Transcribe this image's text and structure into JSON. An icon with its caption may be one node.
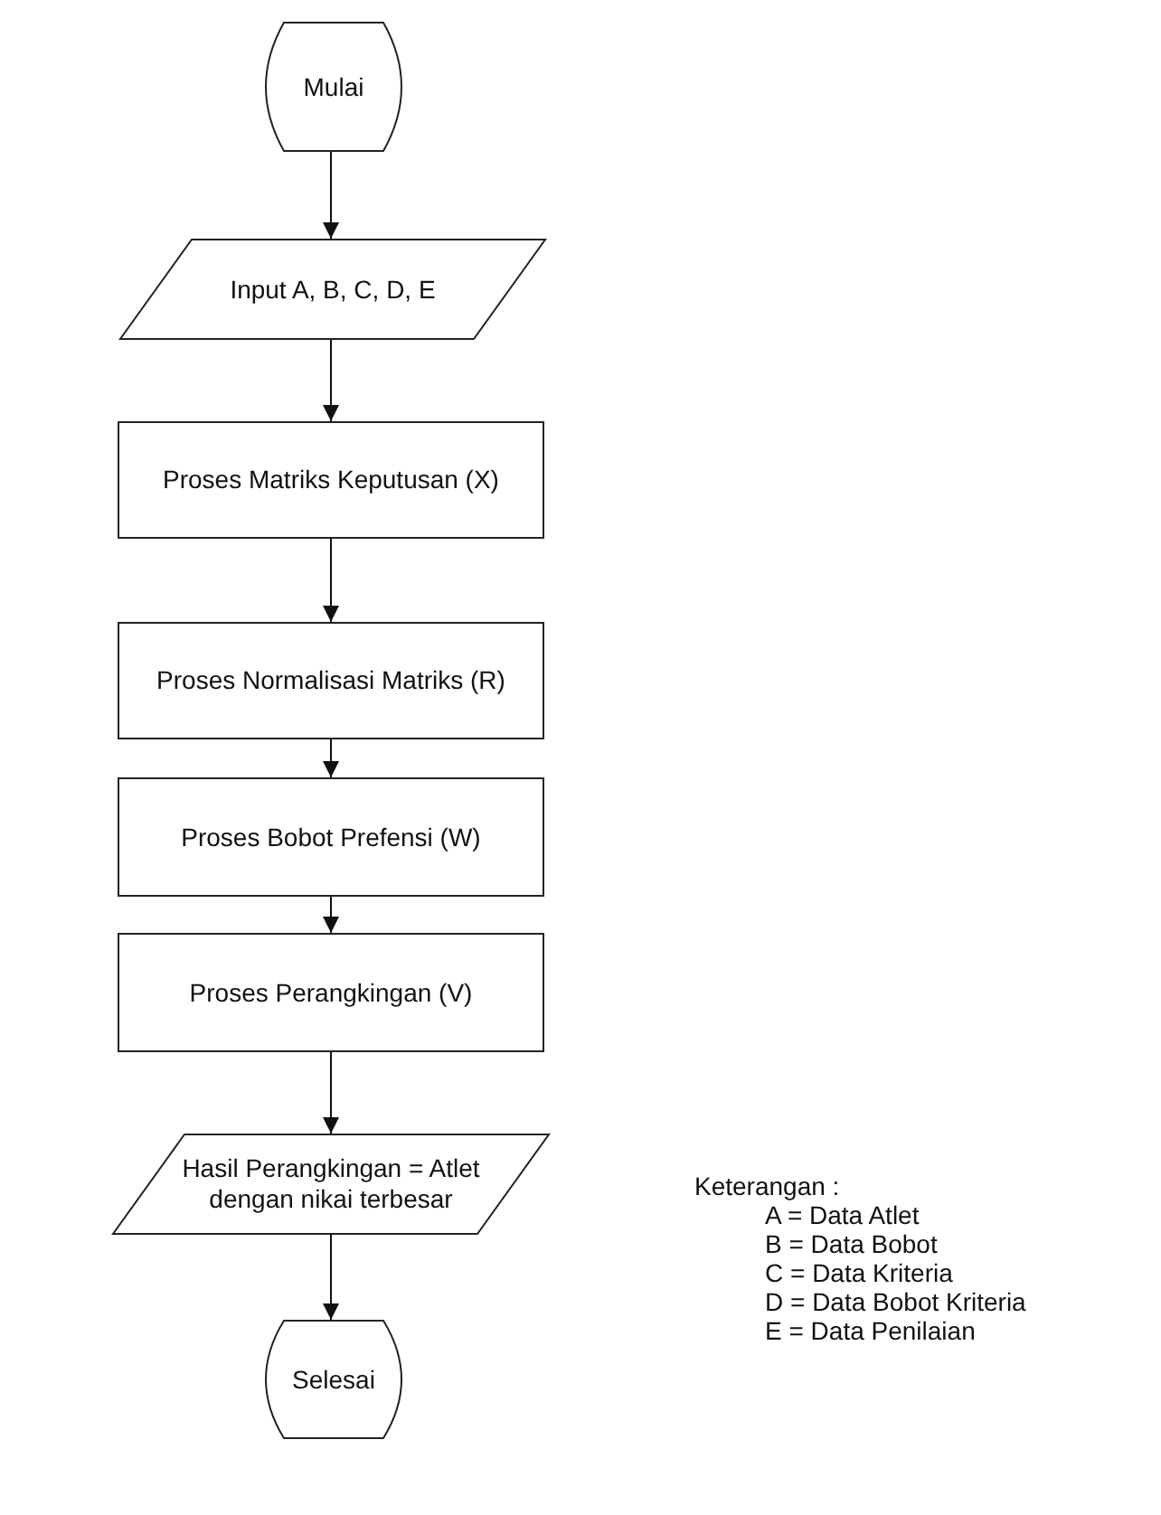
{
  "diagram": {
    "nodes": [
      {
        "text": [
          "Mulai"
        ]
      },
      {
        "text": [
          "Input A, B, C, D, E"
        ]
      },
      {
        "text": [
          "Proses Matriks Keputusan (X)"
        ]
      },
      {
        "text": [
          "Proses Normalisasi Matriks (R)"
        ]
      },
      {
        "text": [
          "Proses Bobot Prefensi (W)"
        ]
      },
      {
        "text": [
          "Proses Perangkingan (V)"
        ]
      },
      {
        "text": [
          "Hasil Perangkingan = Atlet dengan nikai terbesar"
        ]
      },
      {
        "text": [
          "Selesai"
        ]
      }
    ],
    "edges": [
      {
        "from": 0,
        "to": 1,
        "arrow": "to"
      },
      {
        "from": 1,
        "to": 2,
        "arrow": "to"
      },
      {
        "from": 2,
        "to": 3,
        "arrow": "to"
      },
      {
        "from": 3,
        "to": 4,
        "arrow": "to"
      },
      {
        "from": 4,
        "to": 5,
        "arrow": "to"
      },
      {
        "from": 5,
        "to": 6,
        "arrow": "to"
      },
      {
        "from": 6,
        "to": 7,
        "arrow": "to"
      }
    ],
    "labels": [
      "Keterangan :",
      "A = Data Atlet",
      "B = Data Bobot",
      "C = Data Kriteria",
      "D = Data Bobot Kriteria",
      "E = Data Penilaian"
    ]
  }
}
